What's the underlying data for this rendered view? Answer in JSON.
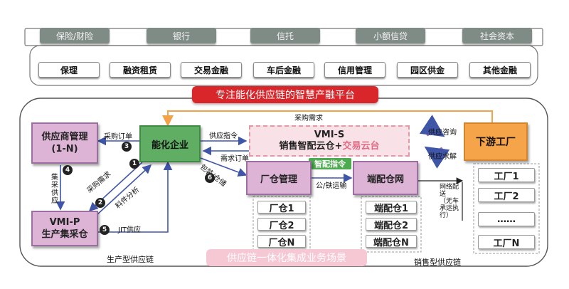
{
  "finance_top": [
    "保险/财险",
    "银行",
    "信托",
    "小额信贷",
    "社会资本"
  ],
  "finance_bottom": [
    "保理",
    "融资租赁",
    "交易金融",
    "车后金融",
    "信用管理",
    "园区供金",
    "其他金融"
  ],
  "platform_banner": "专注能化供应链的智慧产融平台",
  "bottom_banner": "供应链一体化集成业务场景",
  "section_left": "生产型供应链",
  "section_right": "销售型供应链",
  "nodes": {
    "supplier_mgmt": "供应商管理\n(1-N)",
    "vmi_p": "VMI-P\n生产集采仓",
    "energy": "能化企业",
    "vmi_s_title": "VMI-S",
    "vmi_s_sub_a": "销售智配云仓+",
    "vmi_s_sub_b": "交易云台",
    "factory_wh": "厂仓管理",
    "end_network": "端配仓网",
    "downstream": "下游工厂",
    "smart_cmd": "智配指令"
  },
  "factory_wh_list": [
    "厂仓1",
    "厂仓2",
    "厂仓N"
  ],
  "end_wh_list": [
    "端配仓1",
    "端配仓2",
    "端配仓N"
  ],
  "plant_list": [
    "工厂1",
    "工厂2",
    "……",
    "工厂N"
  ],
  "edge_labels": {
    "purchase_demand": "采购需求",
    "purchase_order": "采购订单",
    "supply_cmd": "供应指令",
    "demand_order": "需求订单",
    "pack_storage": "包装/仓储",
    "rail_transport": "公/铁运输",
    "supply_consult": "供应咨询",
    "supply_solution": "供应求解",
    "collect_supply": "集采供应",
    "proc_demand": "采购需求",
    "material_analysis": "料件分析",
    "jit": "JIT供应",
    "network_delivery": "网络配送\n（无车承运执行）"
  },
  "steps": [
    "1",
    "2",
    "3",
    "4",
    "5",
    "6"
  ],
  "colors": {
    "finance_top": "#7f8c85",
    "banner": "#d8262b",
    "purple_node": "#ddb4d6",
    "green_node": "#5fae64",
    "orange_node": "#f6a44a",
    "arrow_blue": "#3f55a8",
    "arrow_orange": "#f2a24a"
  }
}
